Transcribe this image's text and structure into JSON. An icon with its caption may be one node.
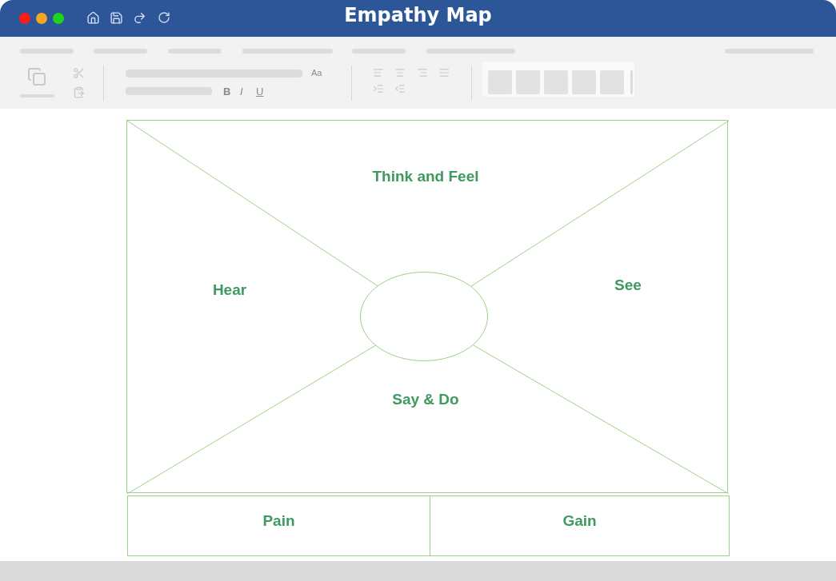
{
  "diagram": {
    "title": "Empathy Map",
    "nodes": [
      {
        "text": [],
        "shape": "box"
      },
      {
        "text": [
          "Think and Feel"
        ],
        "in": 0
      },
      {
        "text": [
          "Hear"
        ],
        "in": 0
      },
      {
        "text": [
          "See"
        ],
        "in": 0
      },
      {
        "text": [],
        "shape": "circle",
        "in": 0
      },
      {
        "text": [
          "Say & Do"
        ],
        "in": 0
      },
      {
        "text": [
          "Pain"
        ]
      },
      {
        "text": [
          "Gain"
        ]
      }
    ],
    "labels": [
      "Aa",
      "B",
      "I",
      "U"
    ]
  }
}
